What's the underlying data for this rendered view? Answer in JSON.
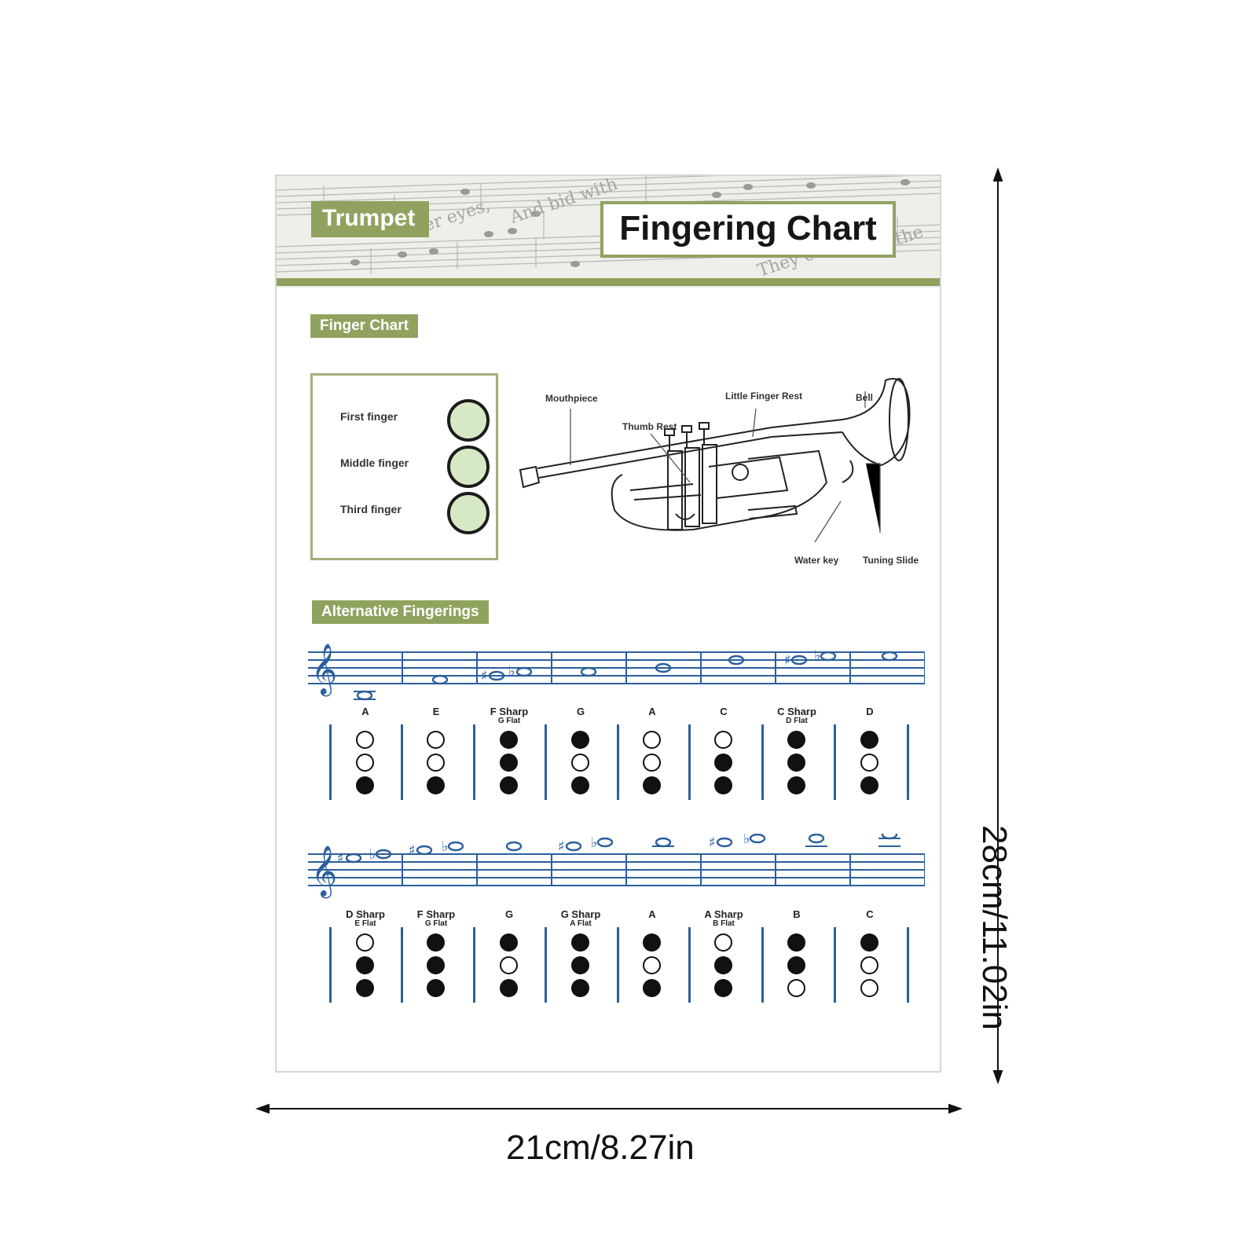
{
  "header": {
    "instrument": "Trumpet",
    "title": "Fingering Chart",
    "background_text": [
      "And bid with",
      "er eyes,",
      "They c",
      "the"
    ]
  },
  "sections": {
    "finger_chart": "Finger  Chart",
    "alternative": "Alternative Fingerings"
  },
  "finger_legend": [
    {
      "label": "First finger"
    },
    {
      "label": "Middle finger"
    },
    {
      "label": "Third finger"
    }
  ],
  "trumpet_parts": {
    "mouthpiece": "Mouthpiece",
    "thumb_rest": "Thumb Rest",
    "little_finger_rest": "Little Finger Rest",
    "bell": "Bell",
    "water_key": "Water key",
    "tuning_slide": "Tuning Slide"
  },
  "rows": [
    {
      "notes": [
        {
          "name": "A",
          "alt": "",
          "valves": [
            false,
            false,
            true
          ]
        },
        {
          "name": "E",
          "alt": "",
          "valves": [
            false,
            false,
            true
          ]
        },
        {
          "name": "F Sharp",
          "alt": "G Flat",
          "valves": [
            true,
            true,
            true
          ]
        },
        {
          "name": "G",
          "alt": "",
          "valves": [
            true,
            false,
            true
          ]
        },
        {
          "name": "A",
          "alt": "",
          "valves": [
            false,
            false,
            true
          ]
        },
        {
          "name": "C",
          "alt": "",
          "valves": [
            false,
            true,
            true
          ]
        },
        {
          "name": "C Sharp",
          "alt": "D Flat",
          "valves": [
            true,
            true,
            true
          ]
        },
        {
          "name": "D",
          "alt": "",
          "valves": [
            true,
            false,
            true
          ]
        }
      ]
    },
    {
      "notes": [
        {
          "name": "D Sharp",
          "alt": "E Flat",
          "valves": [
            false,
            true,
            true
          ]
        },
        {
          "name": "F Sharp",
          "alt": "G Flat",
          "valves": [
            true,
            true,
            true
          ]
        },
        {
          "name": "G",
          "alt": "",
          "valves": [
            true,
            false,
            true
          ]
        },
        {
          "name": "G Sharp",
          "alt": "A Flat",
          "valves": [
            true,
            true,
            true
          ]
        },
        {
          "name": "A",
          "alt": "",
          "valves": [
            true,
            false,
            true
          ]
        },
        {
          "name": "A Sharp",
          "alt": "B Flat",
          "valves": [
            false,
            true,
            true
          ]
        },
        {
          "name": "B",
          "alt": "",
          "valves": [
            true,
            true,
            false
          ]
        },
        {
          "name": "C",
          "alt": "",
          "valves": [
            true,
            false,
            false
          ]
        }
      ]
    }
  ],
  "dimensions": {
    "width": "21cm/8.27in",
    "height": "28cm/11.02in"
  },
  "colors": {
    "accent_green": "#8fa35f",
    "legend_fill": "#d7e8c4",
    "staff_blue": "#2b5f9e"
  }
}
